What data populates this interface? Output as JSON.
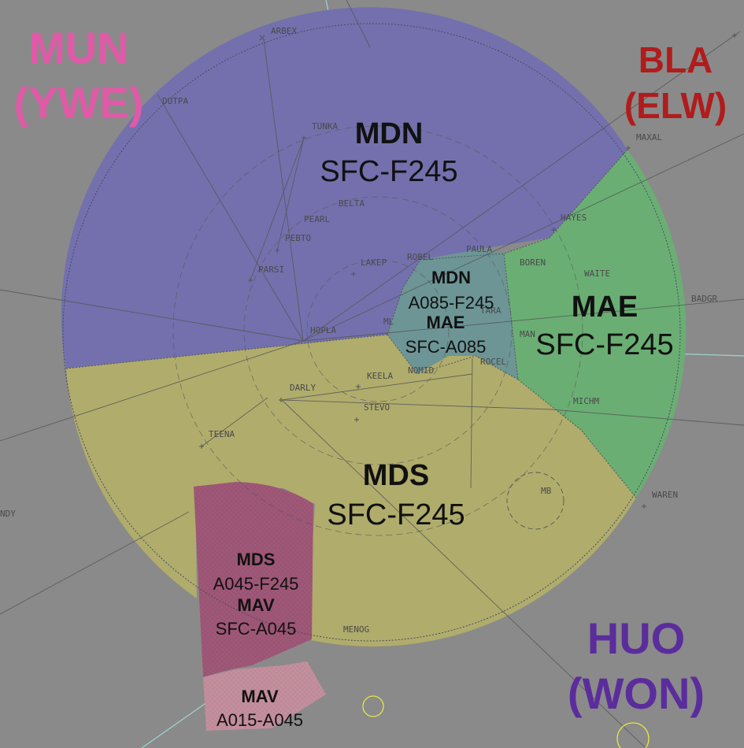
{
  "neighbors": {
    "mun": {
      "name": "MUN",
      "code": "(YWE)",
      "color": "#e05aa8"
    },
    "bla": {
      "name": "BLA",
      "code": "(ELW)",
      "color": "#b01c1c"
    },
    "huo": {
      "name": "HUO",
      "code": "(WON)",
      "color": "#5b2d9c"
    }
  },
  "sectors": {
    "mdn_big": {
      "name": "MDN",
      "alt": "SFC-F245",
      "color": "#7370ad"
    },
    "mae_big": {
      "name": "MAE",
      "alt": "SFC-F245",
      "color": "#6aae74"
    },
    "mds_big": {
      "name": "MDS",
      "alt": "SFC-F245",
      "color": "#b0ac6c"
    },
    "mdn_small": {
      "name": "MDN",
      "alt": "A085-F245",
      "color": "#6d9596"
    },
    "mae_small": {
      "name": "MAE",
      "alt": "SFC-A085"
    },
    "mds_pink": {
      "name": "MDS",
      "alt": "A045-F245",
      "color": "#a05878"
    },
    "mav_pink": {
      "name": "MAV",
      "alt": "SFC-A045"
    },
    "mav_light": {
      "name": "MAV",
      "alt": "A015-A045",
      "color": "#c4909e"
    }
  },
  "waypoints": {
    "arbex": "ARBEX",
    "dutpa": "DUTPA",
    "tunka": "TUNKA",
    "belta": "BELTA",
    "pearl": "PEARL",
    "pebto": "PEBTO",
    "parsi": "PARSI",
    "lakep": "LAKEP",
    "robel": "ROBEL",
    "paula": "PAULA",
    "hopla": "HOPLA",
    "ml": "ML",
    "maxal": "MAXAL",
    "hayes": "HAYES",
    "boren": "BOREN",
    "waite": "WAITE",
    "badgr": "BADGR",
    "mich": "MICHM",
    "keela": "KEELA",
    "nomid": "NOMID",
    "rocel": "ROCEL",
    "darly": "DARLY",
    "stevo": "STEVO",
    "teena": "TEENA",
    "mb": "MB",
    "waren": "WAREN",
    "menog": "MENOG",
    "ndy": "NDY",
    "tara": "TARA",
    "man": "MAN"
  }
}
